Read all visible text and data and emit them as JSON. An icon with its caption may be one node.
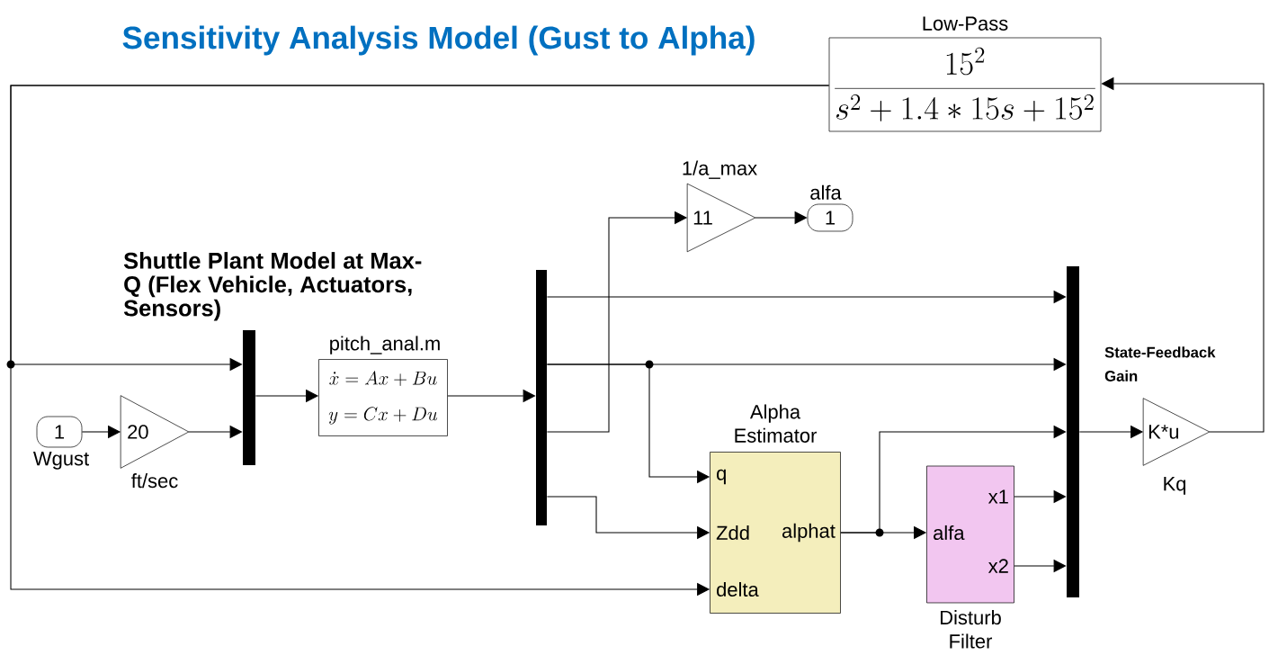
{
  "diagram": {
    "title": "Sensitivity Analysis Model (Gust to Alpha)",
    "nodes": [
      {
        "text": [
          "1"
        ],
        "beside": [
          "Wgust"
        ]
      },
      {
        "text": [
          "20"
        ],
        "beside": [
          "ft/sec"
        ]
      },
      {
        "text": [],
        "shape": "bar"
      },
      {
        "text": [
          "\\dot{x} = Ax + Bu",
          "y = Cx + Du"
        ],
        "beside": [
          "pitch_anal.m"
        ]
      },
      {
        "text": [],
        "shape": "bar"
      },
      {
        "text": [
          "11"
        ],
        "beside": [
          "1/a_max"
        ]
      },
      {
        "text": [
          "1"
        ],
        "beside": [
          "alfa"
        ]
      },
      {
        "text": [
          "Alpha Estimator",
          "q",
          "Zdd",
          "delta",
          "alphat"
        ]
      },
      {
        "text": [
          "x1",
          "alfa",
          "x2",
          "Disturb Filter"
        ]
      },
      {
        "text": [],
        "shape": "bar"
      },
      {
        "text": [
          "K*u"
        ],
        "beside": [
          "State-Feedback Gain",
          "Kq"
        ]
      },
      {
        "text": [
          "Low-Pass",
          "\\frac{15^2}{s^2 + 1.4 * 15s + 15^2}"
        ]
      }
    ],
    "edges": [
      {
        "from": 0,
        "to": 1,
        "arrow": "to"
      },
      {
        "from": 1,
        "to": 2,
        "arrow": "to"
      },
      {
        "from": 2,
        "to": 3,
        "arrow": "to"
      },
      {
        "from": 3,
        "to": 4,
        "arrow": "to"
      },
      {
        "from": 4,
        "to": 5,
        "arrow": "to"
      },
      {
        "from": 5,
        "to": 6,
        "arrow": "to"
      },
      {
        "from": 4,
        "to": 9,
        "arrow": "to"
      },
      {
        "from": 4,
        "to": 9,
        "arrow": "to"
      },
      {
        "from": 4,
        "to": 7,
        "arrow": "to"
      },
      {
        "from": 4,
        "to": 7,
        "arrow": "to"
      },
      {
        "from": 7,
        "to": 8,
        "arrow": "to"
      },
      {
        "from": 7,
        "to": 9,
        "arrow": "to"
      },
      {
        "from": 8,
        "to": 9,
        "arrow": "to"
      },
      {
        "from": 8,
        "to": 9,
        "arrow": "to"
      },
      {
        "from": 9,
        "to": 10,
        "arrow": "to"
      },
      {
        "from": 10,
        "to": 11,
        "arrow": "to"
      },
      {
        "from": 11,
        "to": 2,
        "arrow": "to"
      },
      {
        "from": 11,
        "to": 7,
        "arrow": "to"
      }
    ],
    "labels": [
      "Shuttle Plant Model at Max-Q (Flex Vehicle, Actuators, Sensors)"
    ]
  }
}
